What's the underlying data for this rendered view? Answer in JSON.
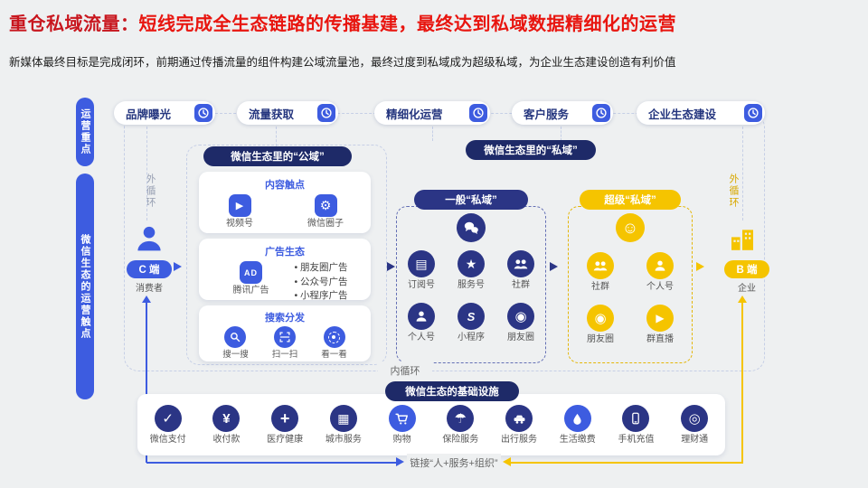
{
  "header": {
    "title_lead": "重仓私域流量：",
    "title_rest": "短线完成全生态链路的传播基建，最终达到私域数据精细化的运营",
    "subtitle": "新媒体最终目标是完成闭环，前期通过传播流量的组件构建公域流量池，最终过度到私域成为超级私域，为企业生态建设创造有利价值"
  },
  "side": {
    "top": "运营重点",
    "main": "微信生态的运营触点"
  },
  "stages": [
    {
      "label": "品牌曝光"
    },
    {
      "label": "流量获取"
    },
    {
      "label": "精细化运营"
    },
    {
      "label": "客户服务"
    },
    {
      "label": "企业生态建设"
    }
  ],
  "left": {
    "loop": "外循环",
    "end": "C 端",
    "role": "消费者"
  },
  "right": {
    "loop": "外循环",
    "end": "B 端",
    "role": "企业"
  },
  "public": {
    "title": "微信生态里的“公域”",
    "content": {
      "label": "内容触点",
      "a": "视频号",
      "b": "微信圈子"
    },
    "ads": {
      "label": "广告生态",
      "brand": "腾讯广告",
      "bullets": [
        "朋友圈广告",
        "公众号广告",
        "小程序广告"
      ]
    },
    "search": {
      "label": "搜索分发",
      "items": [
        "搜一搜",
        "扫一扫",
        "看一看"
      ]
    }
  },
  "private": {
    "title": "微信生态里的“私域”",
    "general": {
      "label": "一般“私域”",
      "items": [
        "订阅号",
        "服务号",
        "社群",
        "个人号",
        "小程序",
        "朋友圈"
      ]
    },
    "sup": {
      "label": "超级“私域”",
      "items": [
        "社群",
        "个人号",
        "朋友圈",
        "群直播"
      ]
    }
  },
  "inner_loop": "内循环",
  "infra": {
    "title": "微信生态的基础设施",
    "items": [
      "微信支付",
      "收付款",
      "医疗健康",
      "城市服务",
      "购物",
      "保险服务",
      "出行服务",
      "生活缴费",
      "手机充值",
      "理财通"
    ]
  },
  "footer": {
    "link": "链接“人+服务+组织”"
  },
  "icons": {
    "video": "▶",
    "gear": "⚙",
    "ad": "AD",
    "subscribe": "▤",
    "service": "★",
    "mini": "S",
    "moments": "◉",
    "live": "▶",
    "pay": "✓",
    "collect": "¥",
    "medical": "+",
    "city": "▦",
    "insurance": "☂",
    "wealth": "◎",
    "smile": "☺"
  },
  "colors": {
    "accent_blue": "#3d5ce0",
    "navy": "#1e2a68",
    "yellow": "#f5c400",
    "title_red": "#e8150f"
  }
}
